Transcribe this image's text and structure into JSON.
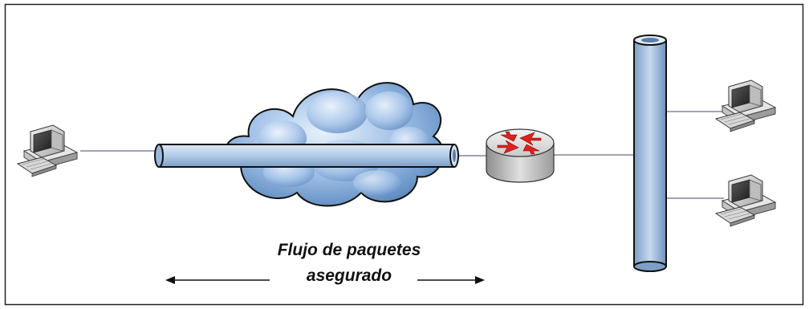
{
  "caption": {
    "line1": "Flujo de paquetes",
    "line2": "asegurado"
  },
  "nodes": {
    "left_pc": "computer-icon",
    "cloud": "cloud-icon",
    "tunnel": "vpn-tunnel-pipe",
    "router": "router-icon",
    "backbone": "network-backbone-pipe",
    "right_pc_top": "computer-icon",
    "right_pc_bottom": "computer-icon"
  },
  "colors": {
    "frame": "#222222",
    "link": "#6a6a8a",
    "pipe_fill": "#a9c4e4",
    "pipe_edge": "#111111",
    "cloud_fill": "#8fb4dd",
    "router_arrow": "#e02020",
    "arrow": "#111111"
  }
}
